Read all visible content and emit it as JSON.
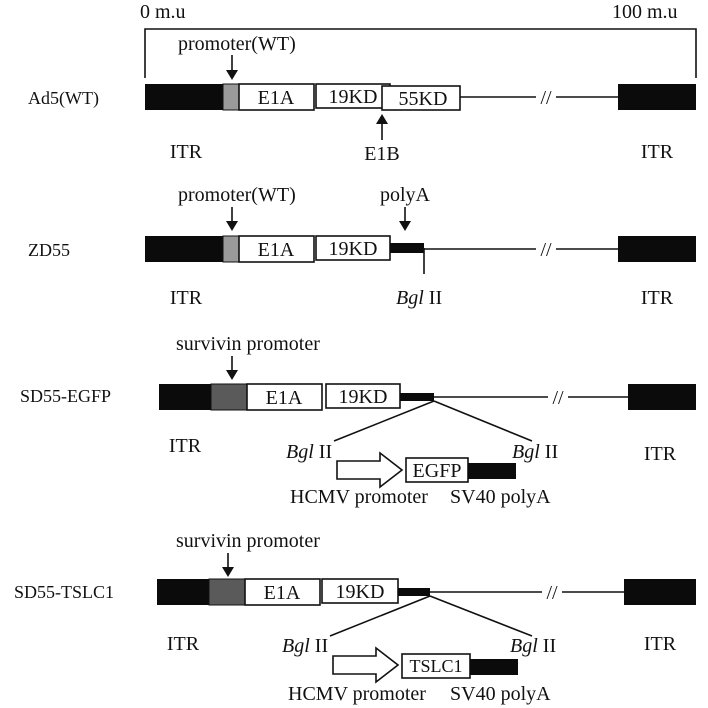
{
  "scale": {
    "start": "0 m.u",
    "end": "100 m.u"
  },
  "common": {
    "itr": "ITR",
    "e1a": "E1A",
    "kd19": "19KD",
    "break_mark": "//",
    "bgl": "Bgl",
    "bgl_suffix": "II",
    "hcmv": "HCMV promoter",
    "sv40": "SV40 polyA"
  },
  "constructs": {
    "ad5": {
      "name": "Ad5(WT)",
      "promoter": "promoter(WT)",
      "kd55": "55KD",
      "e1b": "E1B"
    },
    "zd55": {
      "name": "ZD55",
      "promoter": "promoter(WT)",
      "polya": "polyA"
    },
    "sd55egfp": {
      "name": "SD55-EGFP",
      "promoter": "survivin promoter",
      "gene": "EGFP"
    },
    "sd55tslc1": {
      "name": "SD55-TSLC1",
      "promoter": "survivin promoter",
      "gene": "TSLC1"
    }
  },
  "colors": {
    "itr_fill": "#0b0b0b",
    "wt_promoter_fill": "#9a9a9a",
    "survivin_promoter_fill": "#5a5a5a"
  }
}
